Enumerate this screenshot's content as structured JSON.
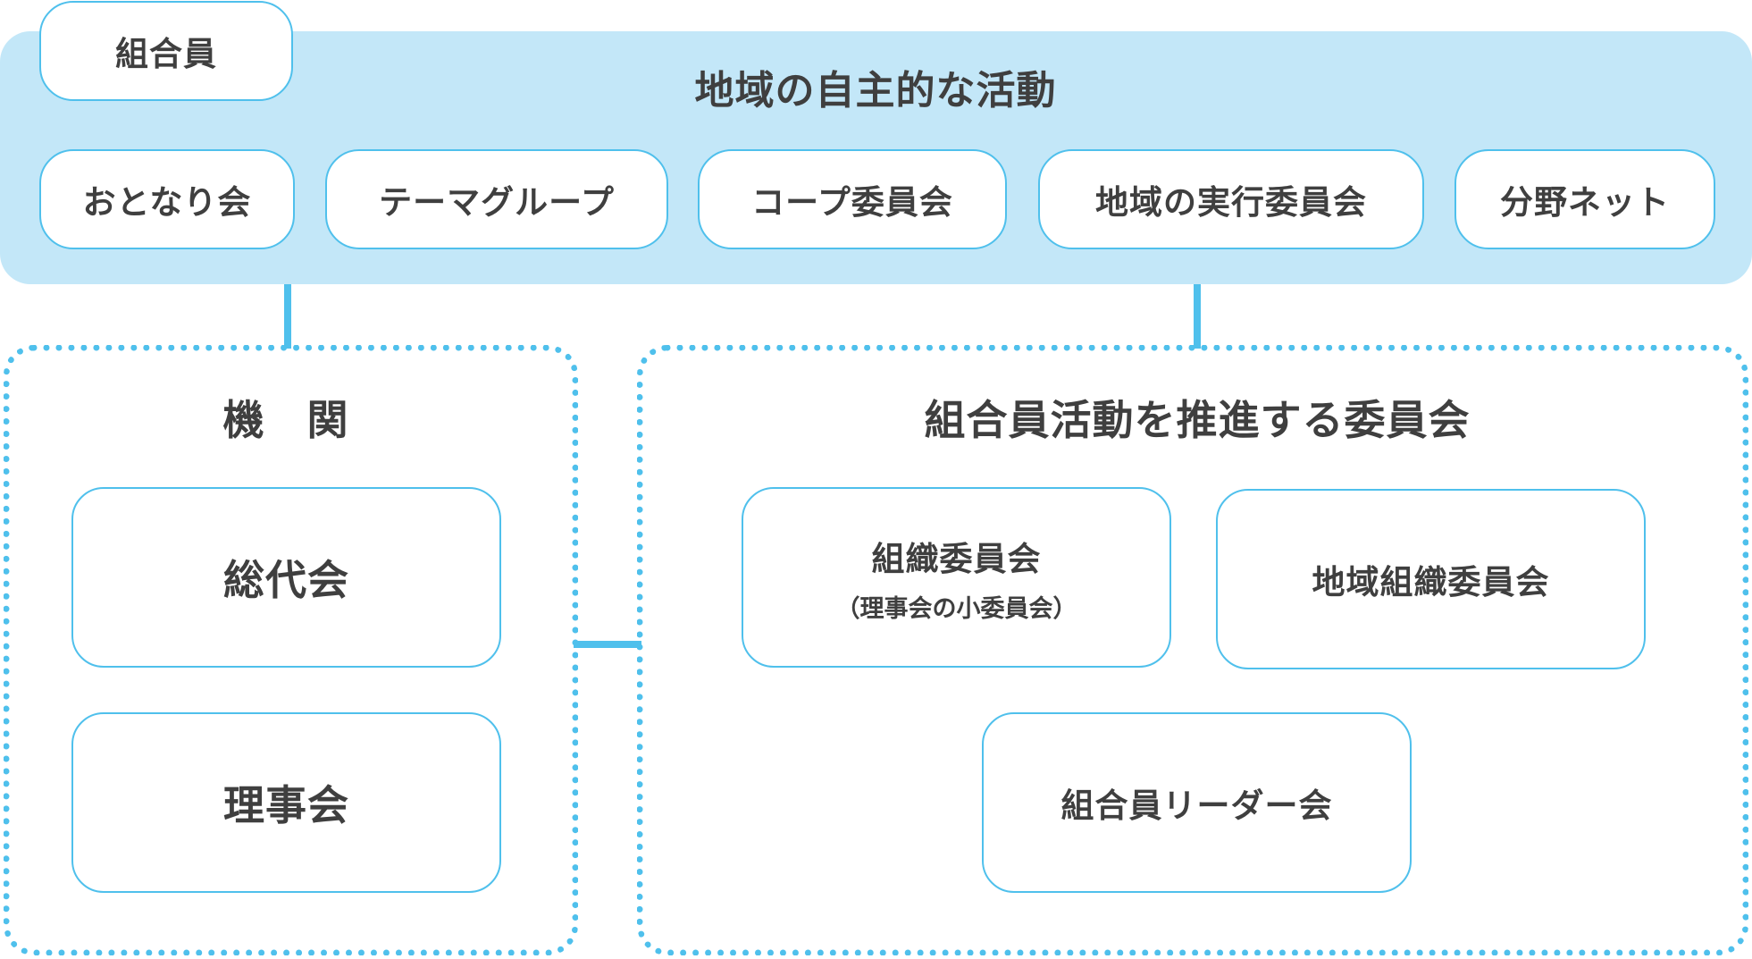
{
  "colors": {
    "accent": "#4fc0ec",
    "band": "#c3e7f8",
    "text": "#3f3f3f"
  },
  "top": {
    "badge": "組合員",
    "title": "地域の自主的な活動",
    "activities": [
      "おとなり会",
      "テーマグループ",
      "コープ委員会",
      "地域の実行委員会",
      "分野ネット"
    ]
  },
  "organs": {
    "title": "機　関",
    "items": [
      "総代会",
      "理事会"
    ]
  },
  "committees": {
    "title": "組合員活動を推進する委員会",
    "organization_committee": "組織委員会",
    "organization_committee_note": "（理事会の小委員会）",
    "regional_committee": "地域組織委員会",
    "leader_meeting": "組合員リーダー会"
  }
}
